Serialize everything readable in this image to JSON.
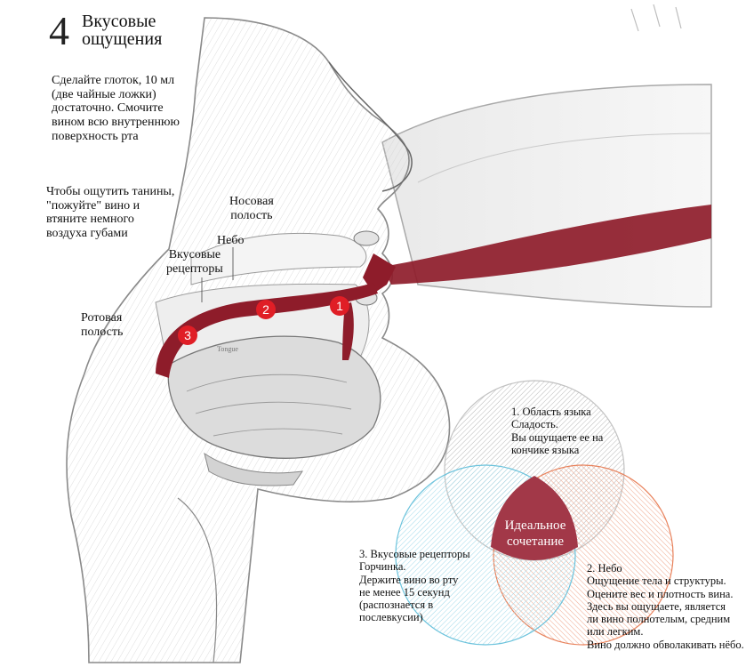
{
  "header": {
    "number": "4",
    "title": "Вкусовые\nощущения"
  },
  "instructions": {
    "sip": "Сделайте глоток, 10 мл\n(две чайные ложки)\nдостаточно. Смочите\nвином всю внутреннюю\nповерхность рта",
    "tannins": "Чтобы ощутить танины,\n\"пожуйте\" вино и\nвтяните немного\nвоздуха губами"
  },
  "anatomy_labels": {
    "nasal_cavity": "Носовая\nполость",
    "palate": "Небо",
    "taste_receptors": "Вкусовые\nрецепторы",
    "oral_cavity": "Ротовая\nполость",
    "tongue": "Tongue"
  },
  "markers": [
    "1",
    "2",
    "3"
  ],
  "venn": {
    "circle1": "1. Область языка\nСладость.\nВы ощущаете ее на\nкончике языка",
    "circle2": "2. Небо\nОщущение тела и структуры.\nОцените вес и плотность вина.\nЗдесь вы ощущаете, является\nли вино полнотелым, средним\nили легким.\nВино должно обволакивать нёбо.",
    "circle3": "3. Вкусовые рецепторы\nГорчинка.\nДержите вино во рту\nне менее 15 секунд\n(распознается в\nпослевкусии)",
    "center": "Идеальное\nсочетание"
  },
  "colors": {
    "wine": "#8e1c2a",
    "marker": "#e01e26",
    "circle1": "#9a9a9a",
    "circle2": "#e8825c",
    "circle3": "#6cc3dc",
    "center": "#a23848"
  }
}
